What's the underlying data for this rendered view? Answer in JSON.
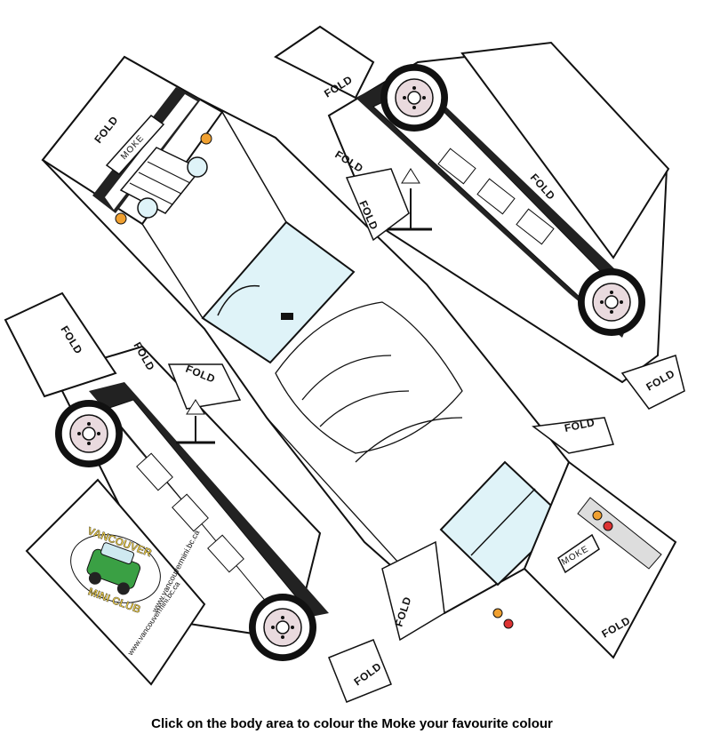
{
  "caption": "Click on the body area to colour the Moke your favourite colour",
  "fold_label": "FOLD",
  "plate_text": "MOKE",
  "club": {
    "line1": "VANCOUVER",
    "line2": "MINI CLUB",
    "url_small": "www.vancouvermini.bc.ca",
    "url": "www.vancouvermini.bc.ca"
  },
  "colors": {
    "body": "#ffffff",
    "outline": "#111111",
    "glass": "#dff3f8",
    "tyre": "#111111",
    "hub": "#e9dade",
    "indicator": "#f0a030",
    "badge_yellow": "#f6e07a",
    "badge_green": "#3aa044"
  }
}
